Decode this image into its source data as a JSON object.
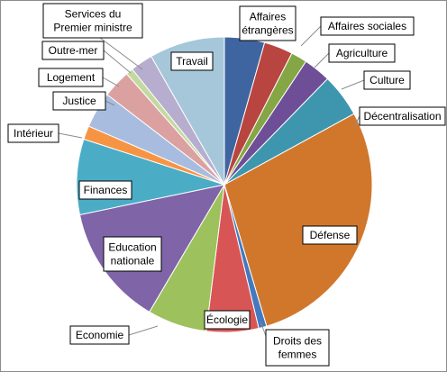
{
  "chart_data": {
    "type": "pie",
    "title": "",
    "start_angle_deg": 0,
    "direction": "clockwise",
    "slices": [
      {
        "label": "Affaires étrangères",
        "value": 5.0,
        "color": "#3f65a0"
      },
      {
        "label": "Affaires sociales",
        "value": 3.6,
        "color": "#b8453f"
      },
      {
        "label": "Agriculture",
        "value": 2.0,
        "color": "#85a644"
      },
      {
        "label": "Culture",
        "value": 3.4,
        "color": "#6e4f97"
      },
      {
        "label": "Décentralisation",
        "value": 5.4,
        "color": "#3e96ae"
      },
      {
        "label": "Défense",
        "value": 32.3,
        "color": "#d1772c"
      },
      {
        "label": "Droits des femmes",
        "value": 1.0,
        "color": "#4379bf"
      },
      {
        "label": "Écologie",
        "value": 6.5,
        "color": "#d75555"
      },
      {
        "label": "Economie",
        "value": 7.4,
        "color": "#9dc15c"
      },
      {
        "label": "Education nationale",
        "value": 15.1,
        "color": "#8064a8"
      },
      {
        "label": "Finances",
        "value": 9.4,
        "color": "#4bacc6"
      },
      {
        "label": "Intérieur",
        "value": 1.7,
        "color": "#f79443"
      },
      {
        "label": "Justice",
        "value": 4.5,
        "color": "#a8bce0"
      },
      {
        "label": "Logement",
        "value": 3.5,
        "color": "#dba1a1"
      },
      {
        "label": "Outre-mer",
        "value": 0.9,
        "color": "#c4d9a0"
      },
      {
        "label": "Services du Premier ministre",
        "value": 2.8,
        "color": "#b7adce"
      },
      {
        "label": "Travail",
        "value": 9.4,
        "color": "#a5c7d9"
      }
    ],
    "legend": "none",
    "data_labels": "category names"
  }
}
